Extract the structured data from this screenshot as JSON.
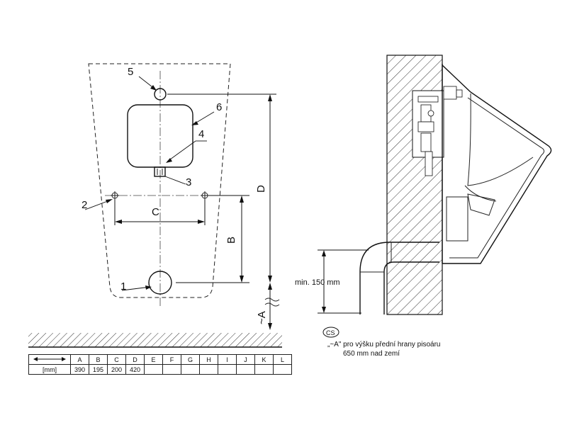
{
  "front_view": {
    "callouts": [
      "5",
      "6",
      "4",
      "3",
      "2",
      "1"
    ],
    "dim_c": "C",
    "dim_b": "B",
    "dim_d": "D",
    "dim_a": "~A"
  },
  "side_view": {
    "min_label": "min. 150 mm"
  },
  "note": {
    "lang_badge": "CS",
    "line1": "„~A\" pro výšku přední hrany pisoáru",
    "line2": "650 mm nad zemí"
  },
  "table": {
    "headers": [
      "",
      "A",
      "B",
      "C",
      "D",
      "E",
      "F",
      "G",
      "H",
      "I",
      "J",
      "K",
      "L"
    ],
    "unit": "[mm]",
    "values": [
      "390",
      "195",
      "200",
      "420",
      "",
      "",
      "",
      "",
      "",
      "",
      "",
      ""
    ]
  }
}
